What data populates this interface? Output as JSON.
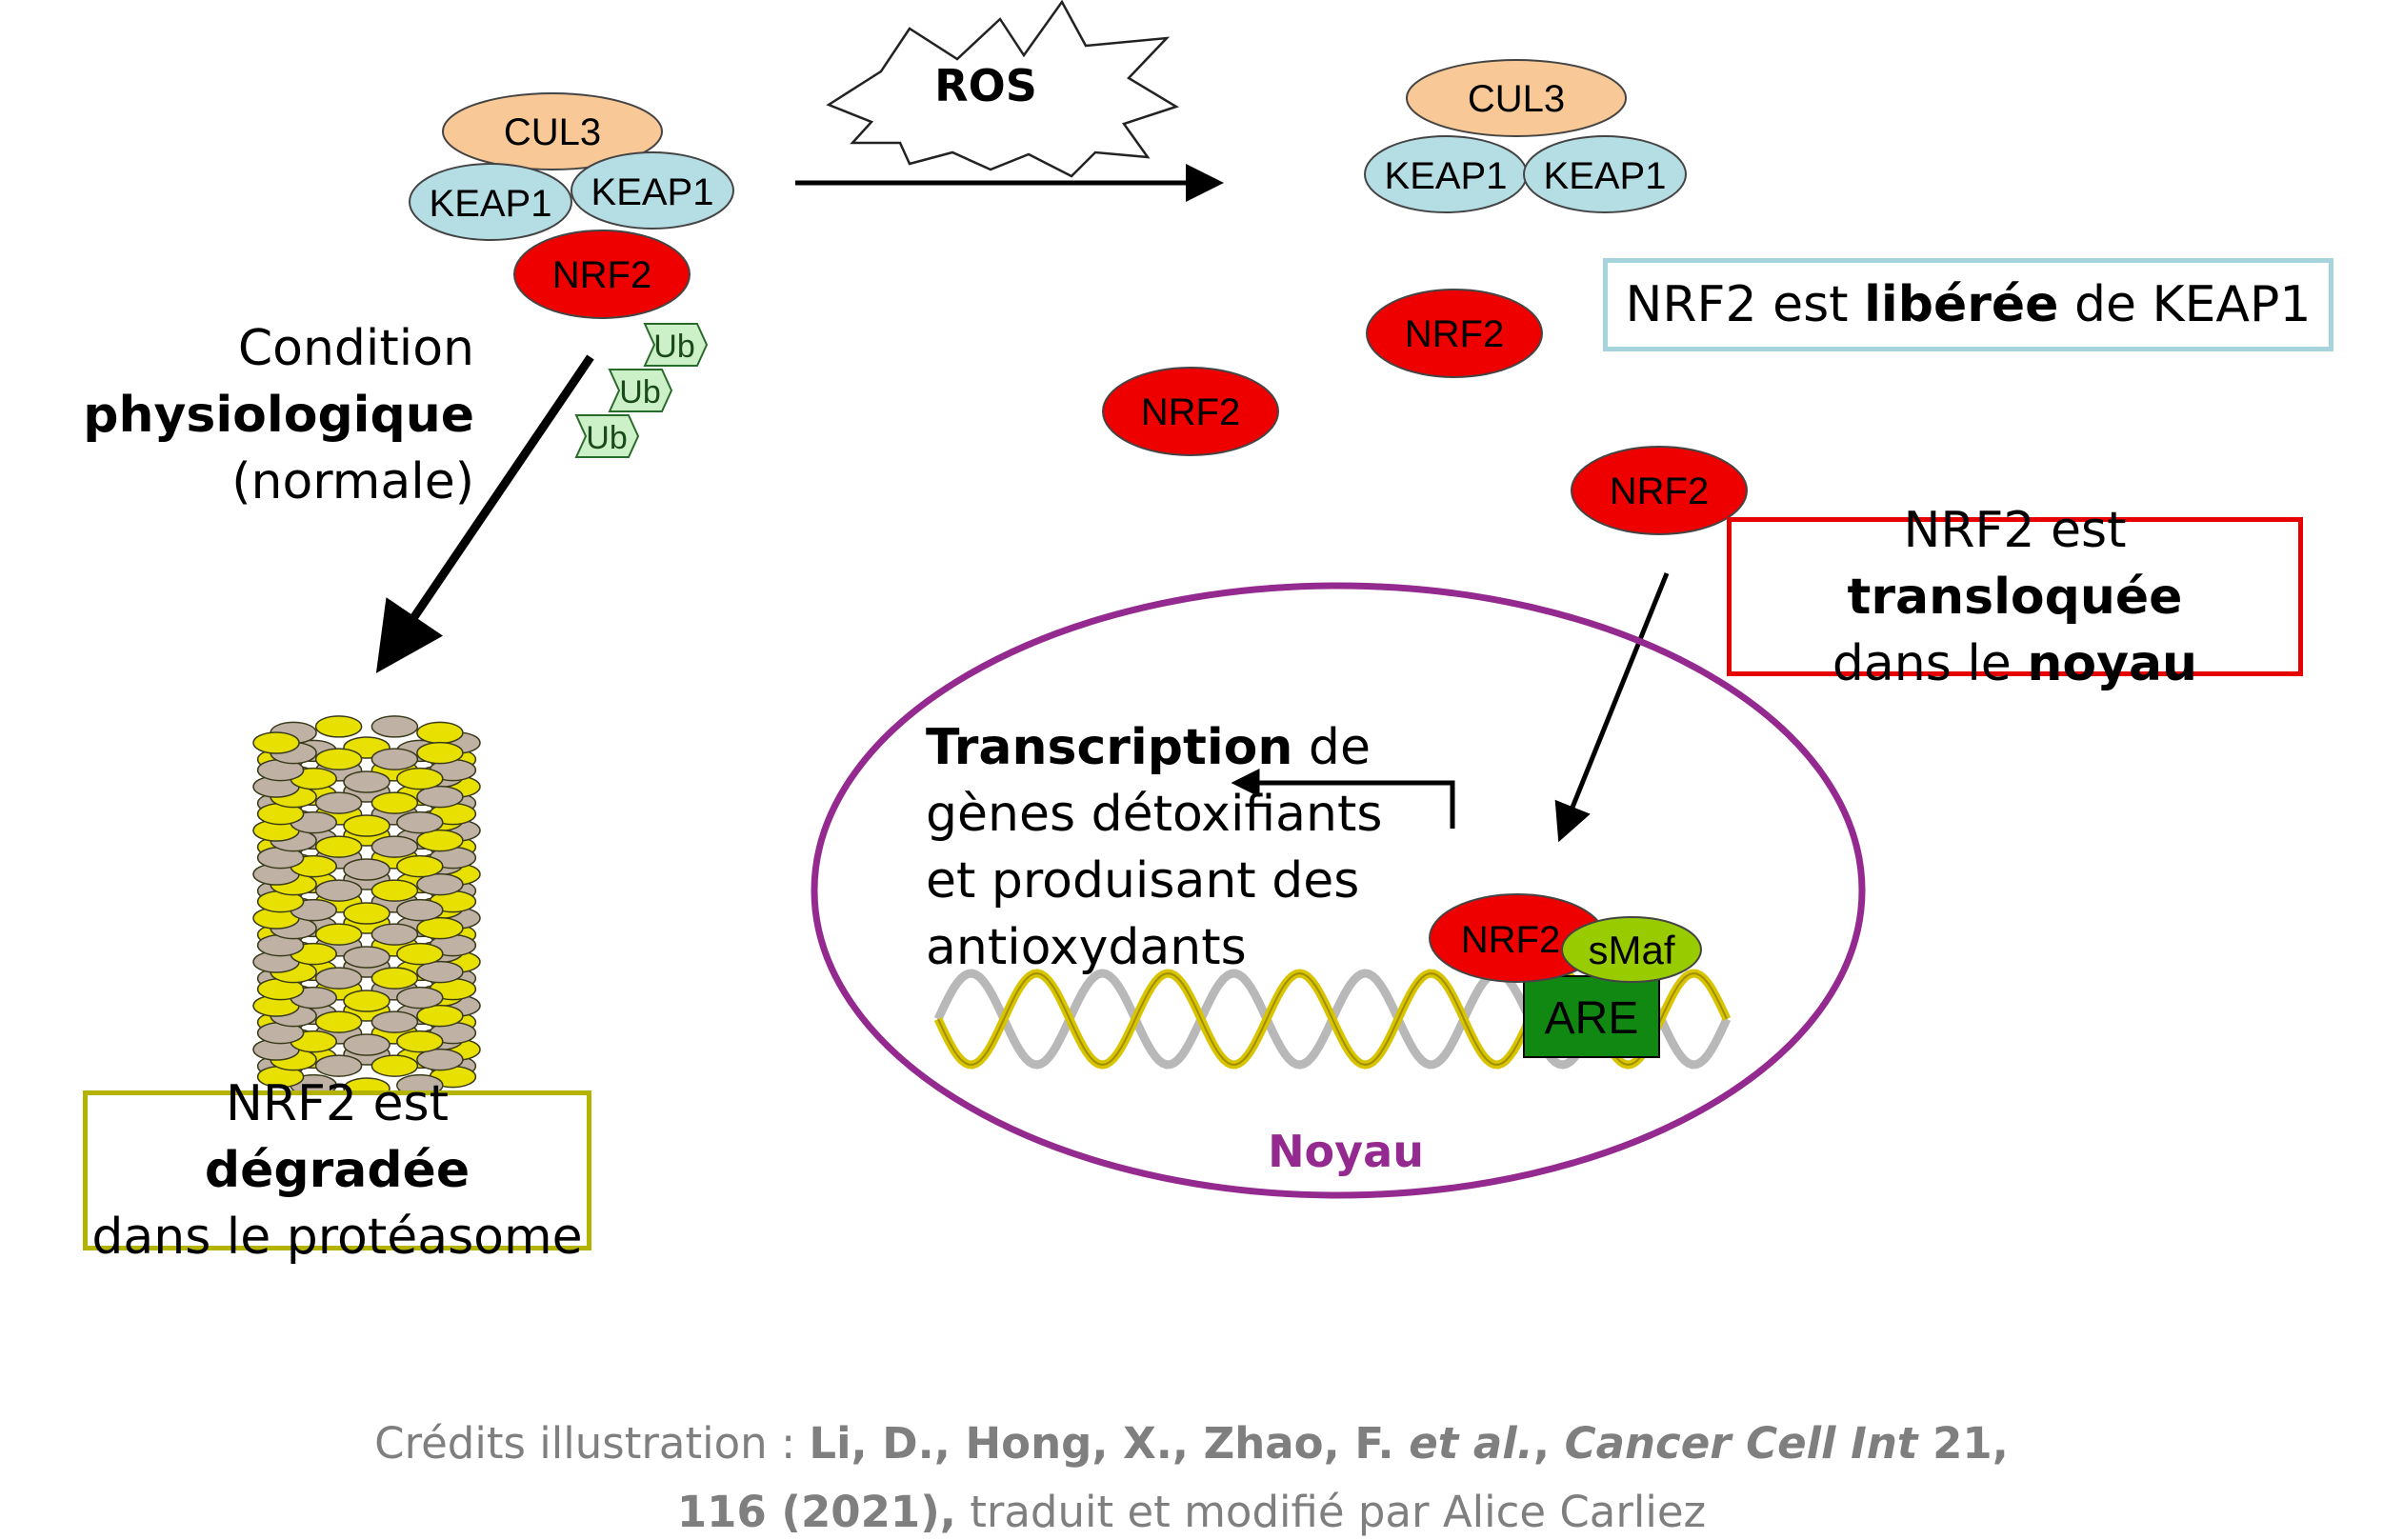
{
  "labels": {
    "cul3": "CUL3",
    "keap1": "KEAP1",
    "nrf2": "NRF2",
    "ub": "Ub",
    "ros": "ROS",
    "smaf": "sMaf",
    "are": "ARE",
    "noyau": "Noyau"
  },
  "condition": {
    "line1": "Condition",
    "line2": "physiologique",
    "line3": "(normale)"
  },
  "box_liberee": {
    "pre": "NRF2 est ",
    "bold": "libérée",
    "post": " de KEAP1"
  },
  "box_transloquee": {
    "pre": "NRF2 est ",
    "bold": "transloquée",
    "line2_pre": "dans le ",
    "line2_bold": "noyau"
  },
  "box_degradee": {
    "pre": "NRF2 est ",
    "bold": "dégradée",
    "line2": "dans le protéasome"
  },
  "transcription": {
    "bold": "Transcription",
    "post": " de",
    "line2": "gènes détoxifiants",
    "line3": "et produisant des",
    "line4": "antioxydants"
  },
  "credits": {
    "prefix": "Crédits illustration : ",
    "authors": "Li, D., Hong, X., Zhao, F. ",
    "etal": "et al.",
    "comma": ", ",
    "journal": "Cancer Cell Int",
    "volume": " 21,",
    "line2_bold": "116 (2021),",
    "line2_rest": " traduit et modifié par Alice Carliez"
  },
  "colors": {
    "nrf2": "#ee0000",
    "cul3": "#f8c896",
    "keap1": "#b4dde4",
    "ub": "#ccf0c8",
    "smaf": "#99cc00",
    "are": "#118811",
    "nucleus": "#942a8f",
    "box_liberee": "#a6d4dc",
    "box_transloquee": "#e60000",
    "box_degradee": "#b3b300",
    "credits": "#7f7f7f"
  }
}
